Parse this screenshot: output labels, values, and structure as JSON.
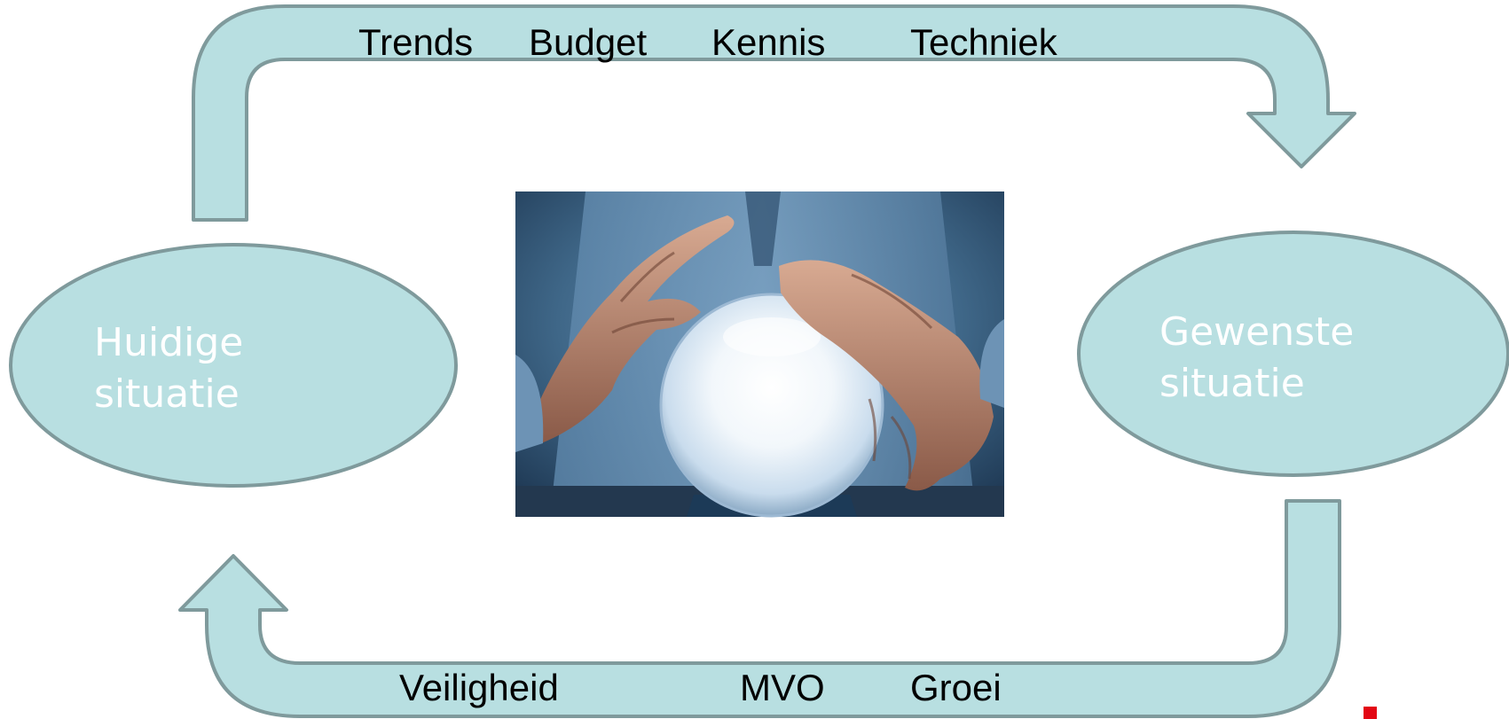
{
  "top_factors": [
    "Trends",
    "Budget",
    "Kennis",
    "Techniek"
  ],
  "bottom_factors": [
    "Veiligheid",
    "MVO",
    "Groei"
  ],
  "current_state": {
    "line1": "Huidige",
    "line2": "situatie"
  },
  "desired_state": {
    "line1": "Gewenste",
    "line2": "situatie"
  },
  "image": {
    "subject": "hands-over-crystal-ball"
  },
  "colors": {
    "arrow_fill": "#b8dfe1",
    "arrow_stroke": "#7f9a9c",
    "ellipse_fill": "#b8dfe1",
    "ellipse_text": "#ffffff",
    "accent": "#e30613"
  }
}
